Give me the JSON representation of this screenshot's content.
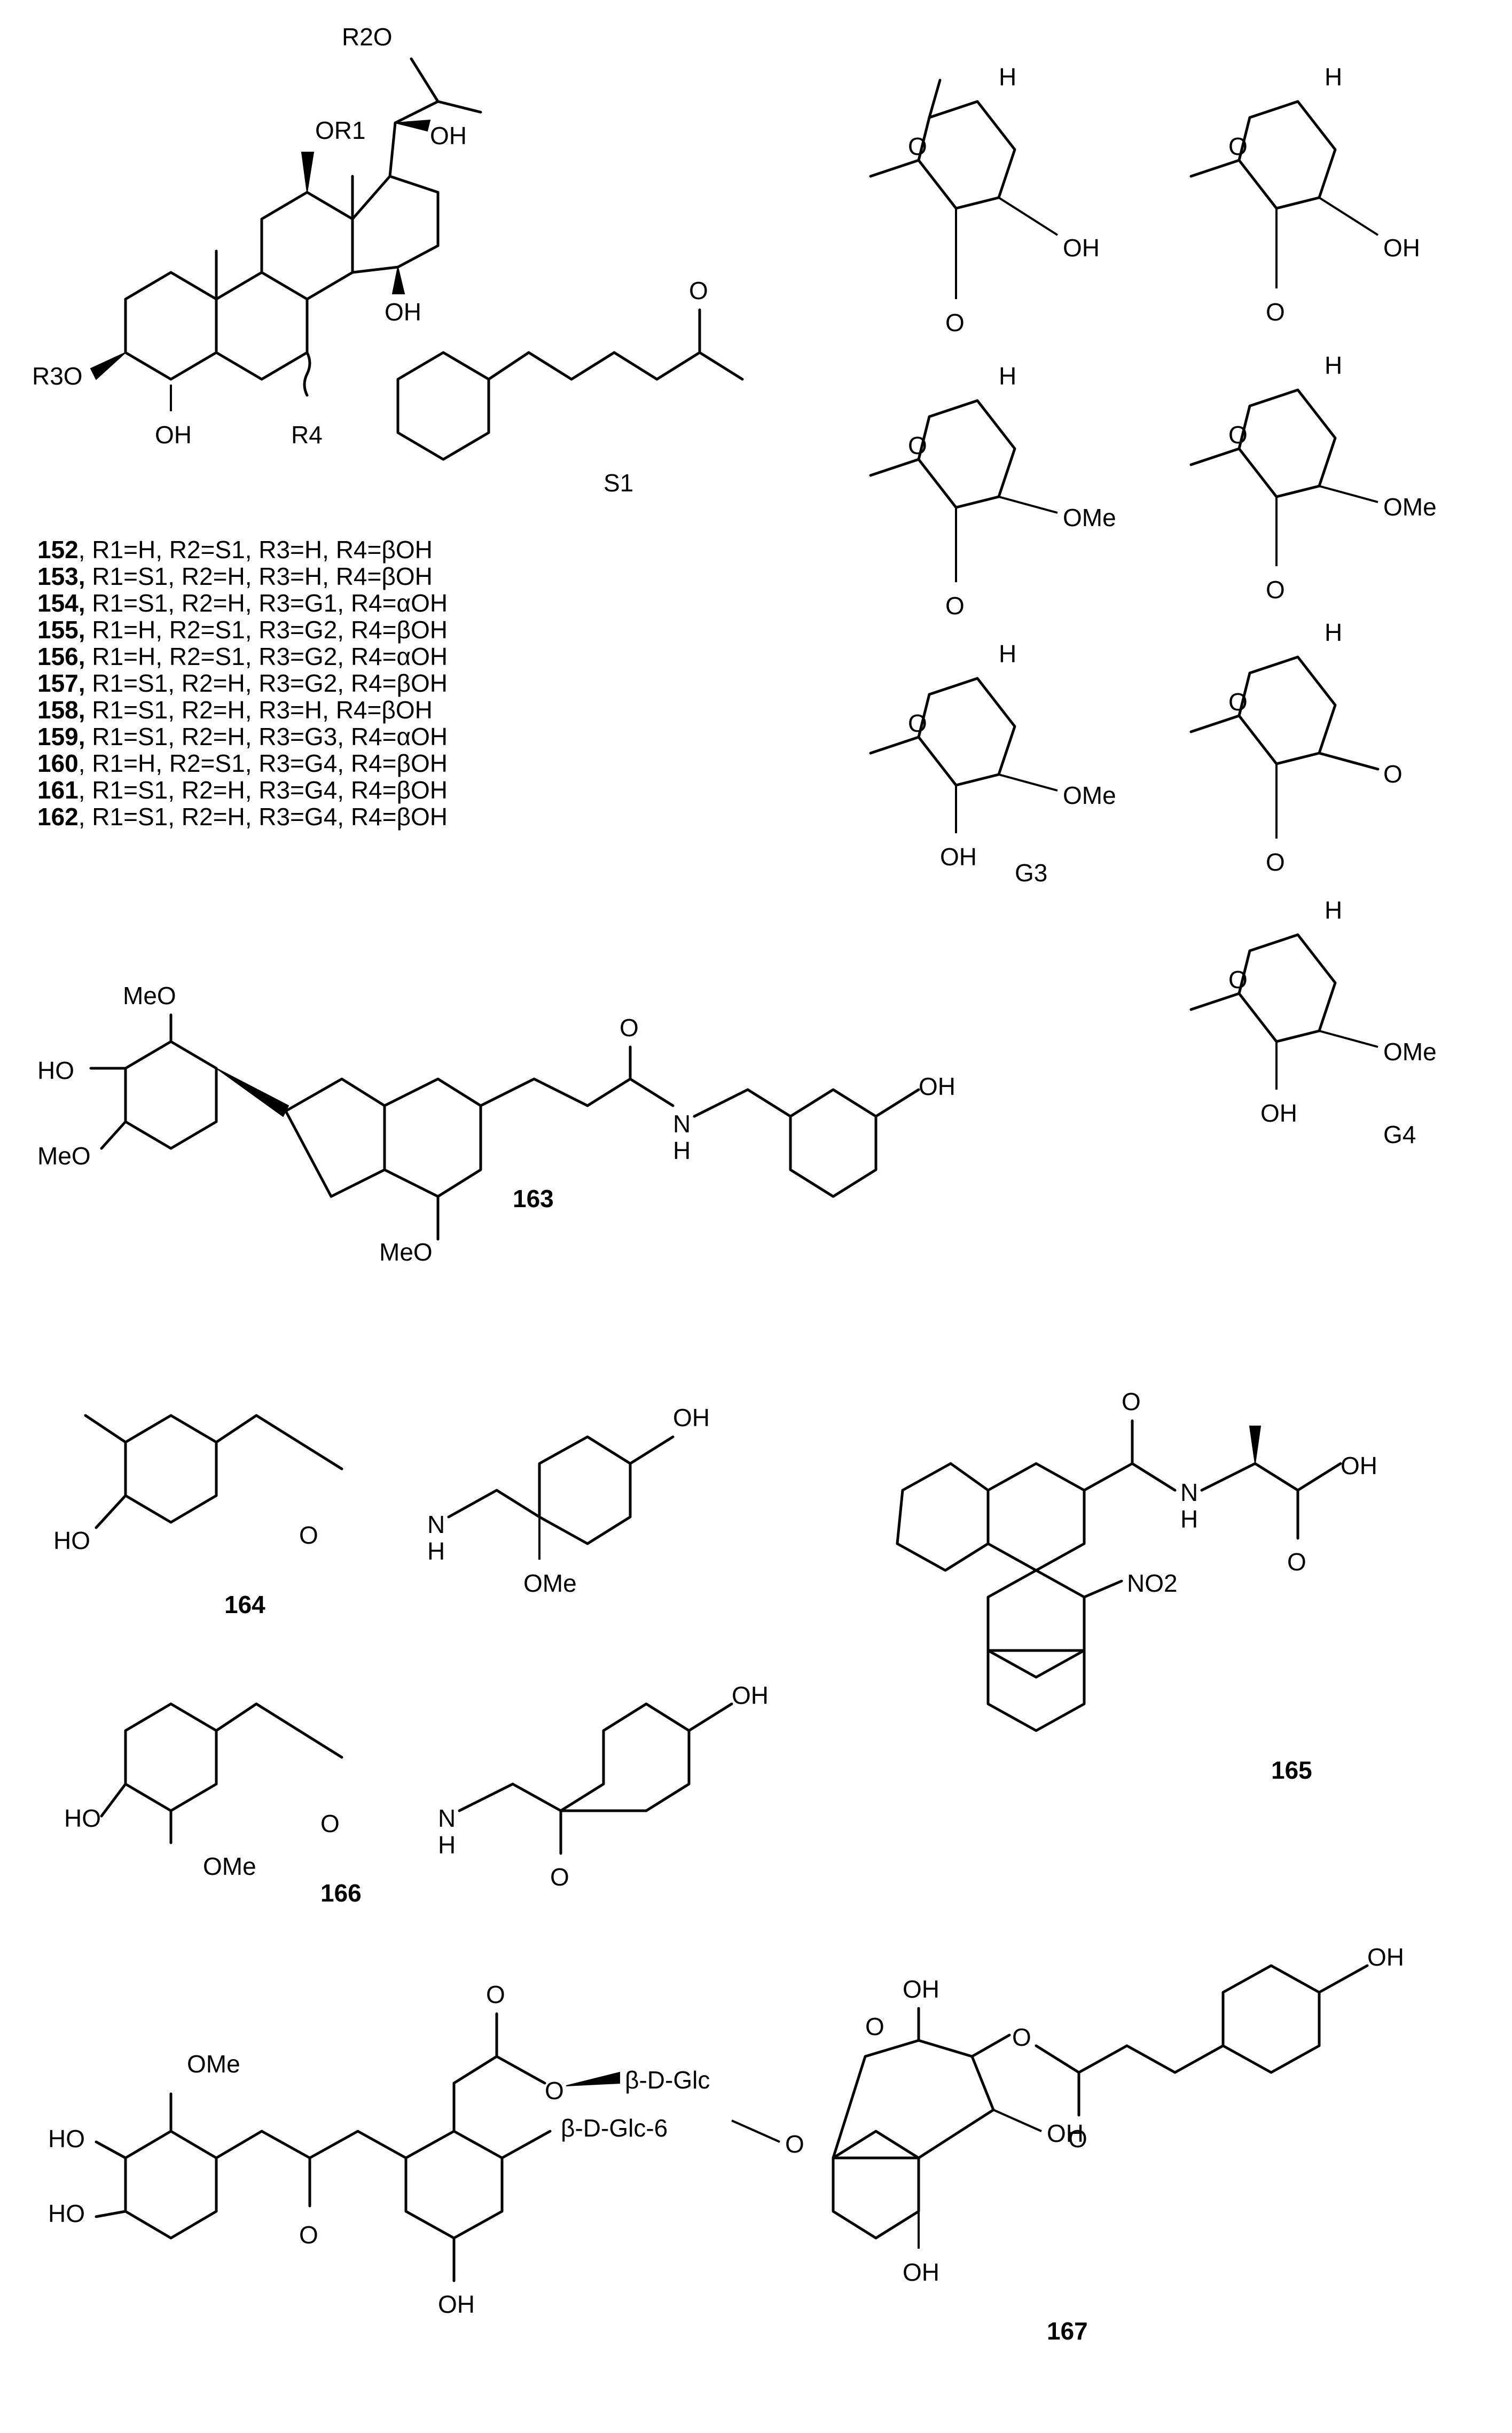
{
  "compounds": {
    "c152": {
      "num": "152",
      "rest": ", R1=H, R2=S1, R3=H, R4=βOH"
    },
    "c153": {
      "num": "153,",
      "rest": " R1=S1, R2=H, R3=H, R4=βOH"
    },
    "c154": {
      "num": "154,",
      "rest": " R1=S1, R2=H, R3=G1, R4=αOH"
    },
    "c155": {
      "num": "155,",
      "rest": " R1=H, R2=S1, R3=G2, R4=βOH"
    },
    "c156": {
      "num": "156,",
      "rest": " R1=H, R2=S1, R3=G2, R4=αOH"
    },
    "c157": {
      "num": "157,",
      "rest": " R1=S1, R2=H, R3=G2, R4=βOH"
    },
    "c158": {
      "num": "158,",
      "rest": " R1=S1, R2=H, R3=H, R4=βOH"
    },
    "c159": {
      "num": "159,",
      "rest": " R1=S1, R2=H, R3=G3, R4=αOH"
    },
    "c160": {
      "num": "160",
      "rest": ", R1=H, R2=S1, R3=G4, R4=βOH"
    },
    "c161": {
      "num": "161",
      "rest": ", R1=S1, R2=H, R3=G4, R4=βOH"
    },
    "c162": {
      "num": "162",
      "rest": ", R1=S1, R2=H, R3=G4, R4=βOH"
    }
  },
  "labels": {
    "s1": "S1",
    "g3": "G3",
    "g4": "G4",
    "n163": "163",
    "n164": "164",
    "n165": "165",
    "n166": "166",
    "n167": "167"
  },
  "atoms": {
    "OR1": "OR1",
    "R2O": "R2O",
    "R3O": "R3O",
    "R4": "R4",
    "OH": "OH",
    "O": "O",
    "H": "H",
    "OMe": "OMe",
    "MeO": "MeO",
    "HO": "HO",
    "NH": "H",
    "N": "N",
    "NO2": "NO2",
    "bdglc": "β-D-Glc",
    "bdglc6": "β-D-Glc-6"
  }
}
